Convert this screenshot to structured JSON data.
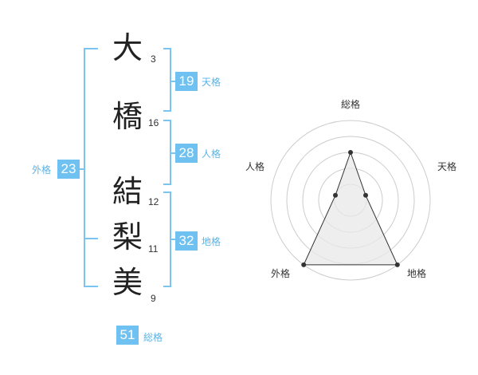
{
  "name": {
    "chars": [
      {
        "char": "大",
        "strokes": "3"
      },
      {
        "char": "橋",
        "strokes": "16"
      },
      {
        "char": "結",
        "strokes": "12"
      },
      {
        "char": "梨",
        "strokes": "11"
      },
      {
        "char": "美",
        "strokes": "9"
      }
    ]
  },
  "fortunes": {
    "tenkaku": {
      "value": "19",
      "label": "天格"
    },
    "jinkaku": {
      "value": "28",
      "label": "人格"
    },
    "chikaku": {
      "value": "32",
      "label": "地格"
    },
    "gaikaku": {
      "value": "23",
      "label": "外格"
    },
    "soukaku": {
      "value": "51",
      "label": "総格"
    }
  },
  "chart_data": {
    "type": "radar",
    "axes": [
      "総格",
      "天格",
      "地格",
      "外格",
      "人格"
    ],
    "values": [
      3,
      1,
      5,
      5,
      1
    ],
    "max": 5,
    "rings": 5,
    "colors": {
      "fill": "#e8e8e8",
      "line": "#333333",
      "grid": "#cccccc",
      "point": "#333333"
    }
  }
}
